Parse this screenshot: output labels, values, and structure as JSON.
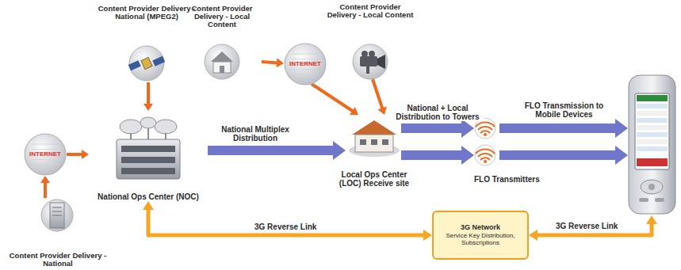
{
  "diagram": {
    "nodes": [
      {
        "text": [
          "Content Provider Delivery - National (MPEG2)"
        ]
      },
      {
        "text": [
          "Content Provider Delivery - Local Content"
        ]
      },
      {
        "text": [
          "Content Provider Delivery - Local Content"
        ]
      },
      {
        "text": [
          "INTERNET"
        ]
      },
      {
        "text": [
          "National Ops Center (NOC)"
        ]
      },
      {
        "text": [
          "INTERNET"
        ]
      },
      {
        "text": [
          "Local Ops Center (LOC) Receive site"
        ]
      },
      {
        "text": [
          "FLO Transmitters"
        ]
      },
      {
        "text": [
          "3G Network",
          "Service Key Distribution, Subscriptions"
        ]
      },
      {
        "text": [
          "Content Provider Delivery - National"
        ]
      }
    ],
    "edges": [
      {
        "from": 0,
        "to": 4,
        "arrow": "to"
      },
      {
        "from": 1,
        "to": 5,
        "arrow": "to"
      },
      {
        "from": 5,
        "to": 6,
        "arrow": "to"
      },
      {
        "from": 2,
        "to": 6,
        "arrow": "to"
      },
      {
        "from": 9,
        "to": 3,
        "arrow": "to"
      },
      {
        "from": 3,
        "to": 4,
        "arrow": "to"
      },
      {
        "from": 4,
        "to": 6,
        "label": "National Multiplex Distribution",
        "arrow": "to"
      },
      {
        "from": 6,
        "to": 7,
        "label": "National + Local Distribution to Towers",
        "arrow": "to"
      },
      {
        "from": 8,
        "to": 4,
        "label": "3G Reverse Link",
        "arrow": "both"
      }
    ],
    "labels": [
      "FLO Transmission to Mobile Devices",
      "3G Reverse Link"
    ]
  }
}
